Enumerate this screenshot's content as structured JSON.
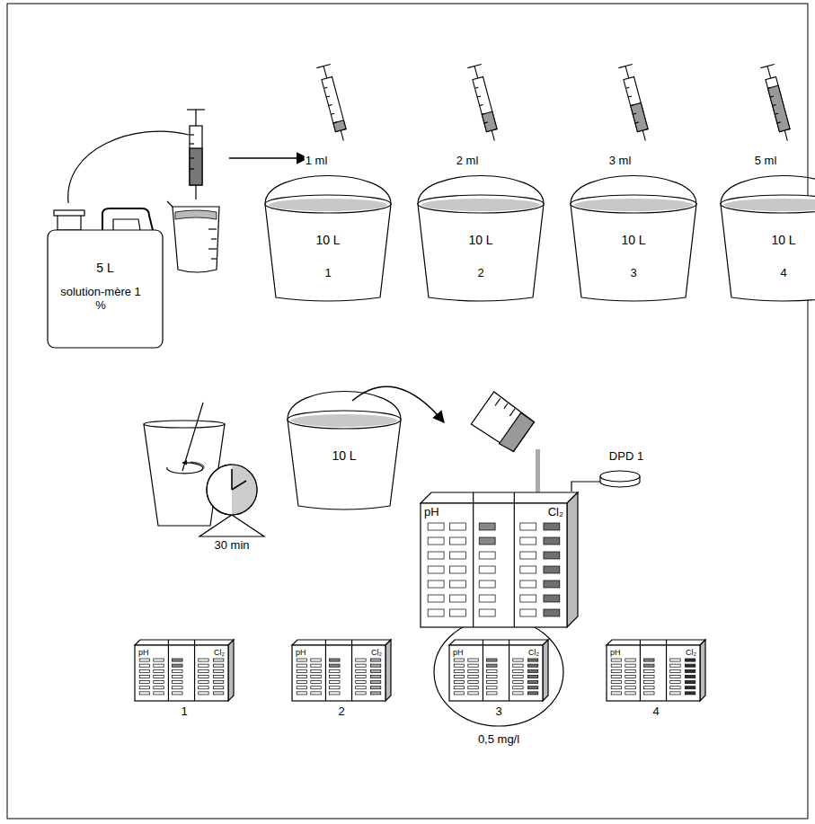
{
  "diagram": {
    "nodes": [
      {
        "text": [
          "5 L",
          "solution-mère 1 %"
        ]
      },
      {
        "text": [
          "10 L",
          "1"
        ]
      },
      {
        "text": [
          "10 L",
          "2"
        ]
      },
      {
        "text": [
          "10 L",
          "3"
        ]
      },
      {
        "text": [
          "10 L",
          "4"
        ]
      },
      {
        "text": [
          "10 L"
        ]
      },
      {
        "text": [
          "pH",
          "Cl₂"
        ]
      },
      {
        "text": [
          "pH",
          "Cl₂"
        ]
      },
      {
        "text": [
          "pH",
          "Cl₂"
        ]
      },
      {
        "text": [
          "pH",
          "Cl₂"
        ]
      },
      {
        "text": [
          "pH",
          "Cl₂"
        ]
      }
    ],
    "labels": [
      "1 ml",
      "2 ml",
      "3 ml",
      "5 ml",
      "30 min",
      "DPD 1",
      "1",
      "2",
      "3",
      "4",
      "0,5 mg/l"
    ]
  }
}
